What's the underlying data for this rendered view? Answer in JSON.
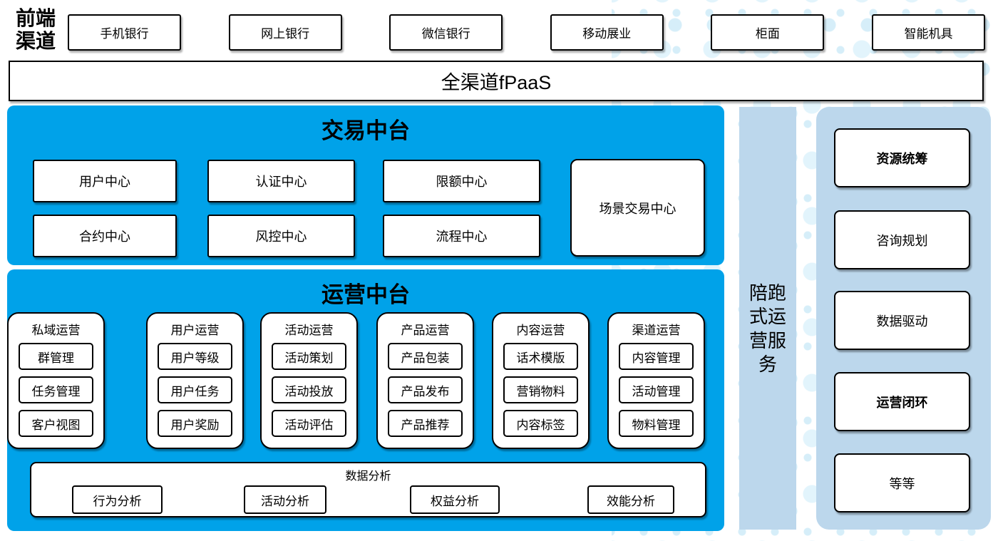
{
  "front_label": {
    "text": "前端渠道",
    "line1": "前端",
    "line2": "渠道"
  },
  "channels": [
    "手机银行",
    "网上银行",
    "微信银行",
    "移动展业",
    "柜面",
    "智能机具"
  ],
  "fpaas": {
    "label": "全渠道fPaaS"
  },
  "transaction": {
    "title": "交易中台",
    "row1": [
      "用户中心",
      "认证中心",
      "限额中心"
    ],
    "row2": [
      "合约中心",
      "风控中心",
      "流程中心"
    ],
    "scene": "场景交易中心"
  },
  "operation": {
    "title": "运营中台",
    "groups": [
      {
        "title": "用户运营",
        "items": [
          "用户等级",
          "用户任务",
          "用户奖励"
        ]
      },
      {
        "title": "活动运营",
        "items": [
          "活动策划",
          "活动投放",
          "活动评估"
        ]
      },
      {
        "title": "产品运营",
        "items": [
          "产品包装",
          "产品发布",
          "产品推荐"
        ]
      },
      {
        "title": "内容运营",
        "items": [
          "话术模版",
          "营销物料",
          "内容标签"
        ]
      },
      {
        "title": "渠道运营",
        "items": [
          "内容管理",
          "活动管理",
          "物料管理"
        ]
      },
      {
        "title": "私域运营",
        "items": [
          "群管理",
          "任务管理",
          "客户视图"
        ]
      }
    ],
    "analysis": {
      "title": "数据分析",
      "items": [
        "行为分析",
        "活动分析",
        "权益分析",
        "效能分析"
      ]
    }
  },
  "side_strip": {
    "label": "陪跑式运营服务",
    "wrapped": "陪跑\n式运\n营服\n务"
  },
  "right_panel": {
    "items": [
      {
        "label": "资源统筹",
        "bold": true
      },
      {
        "label": "咨询规划",
        "bold": false
      },
      {
        "label": "数据驱动",
        "bold": false
      },
      {
        "label": "运营闭环",
        "bold": true
      },
      {
        "label": "等等",
        "bold": false
      }
    ]
  },
  "colors": {
    "accent_blue": "#00a2e9",
    "light_blue": "#bcd7ec",
    "dot_blue": "#d6eef9",
    "border": "#000000"
  }
}
